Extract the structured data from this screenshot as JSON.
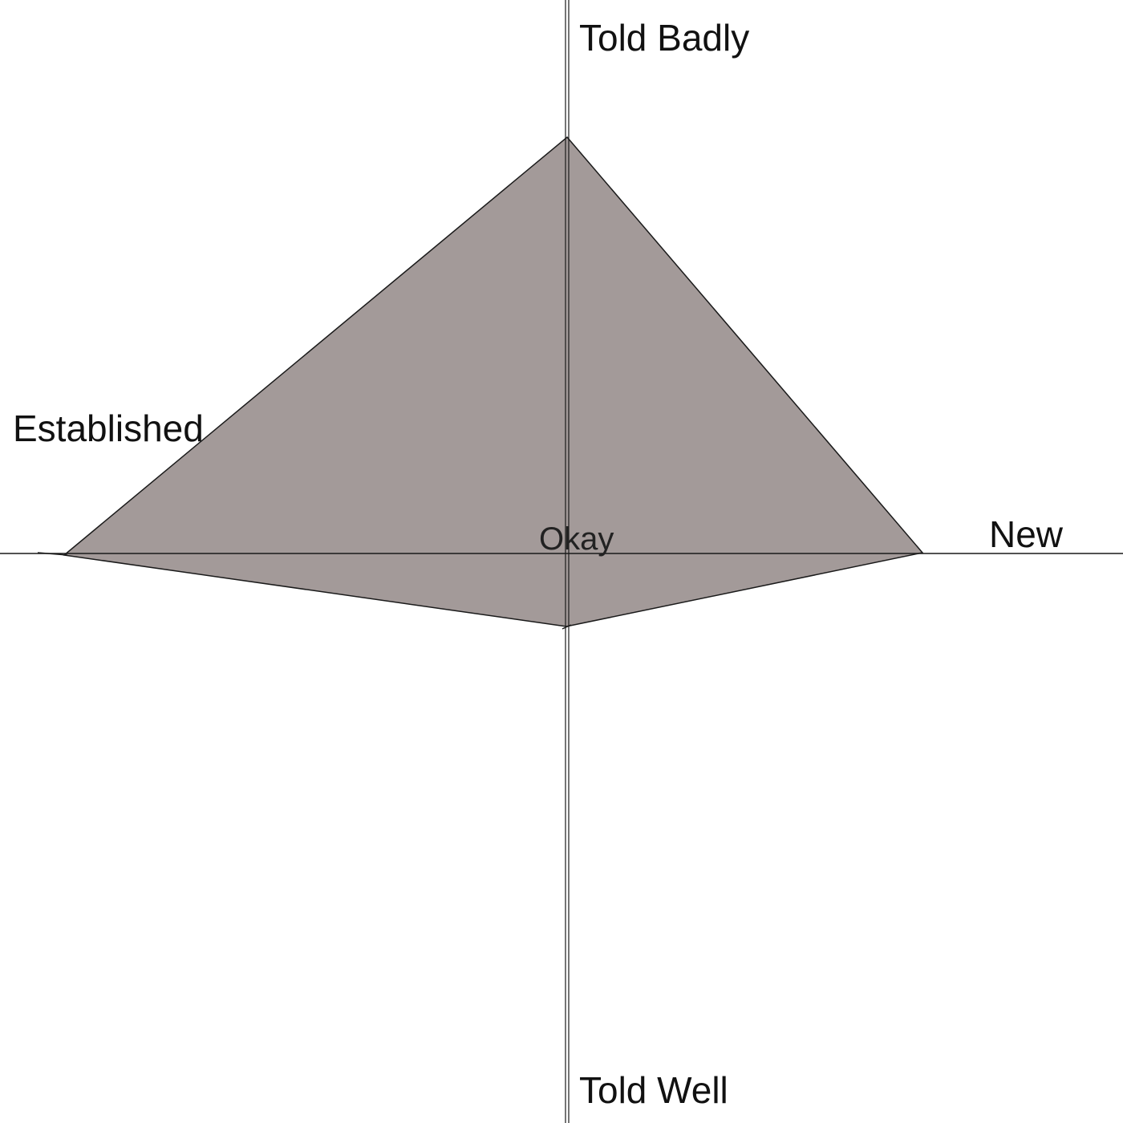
{
  "axes": {
    "top_label": "Told Badly",
    "bottom_label": "Told Well",
    "left_label": "Established",
    "right_label": "New",
    "center_label": "Okay"
  },
  "shape": {
    "fill_color": "#a39a99",
    "stroke_color": "#1a1a1a"
  },
  "colors": {
    "axis_line": "#1a1a1a",
    "background": "#ffffff"
  }
}
